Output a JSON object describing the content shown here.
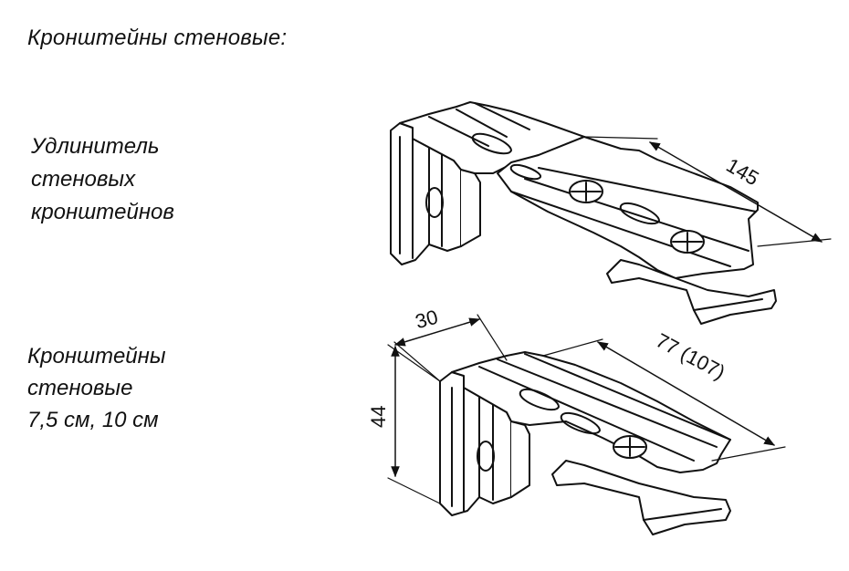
{
  "title": "Кронштейны стеновые:",
  "extender_label": [
    "Удлинитель",
    "стеновых",
    "кронштейнов"
  ],
  "bracket_label": [
    "Кронштейны",
    "стеновые",
    "7,5 см, 10 см"
  ],
  "dimensions": {
    "extender_length": "145",
    "bracket_depth": "30",
    "bracket_height": "44",
    "bracket_length": "77 (107)"
  }
}
